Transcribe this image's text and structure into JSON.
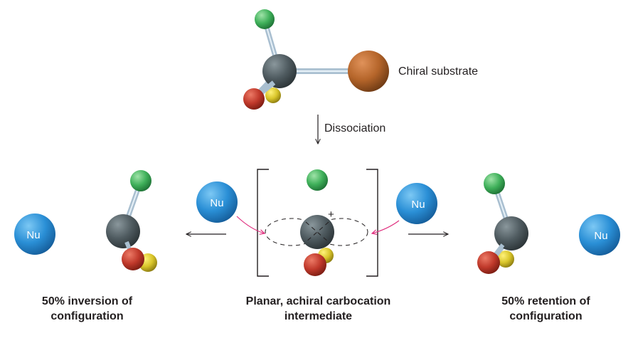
{
  "labels": {
    "substrate": "Chiral substrate",
    "step": "Dissociation",
    "intermediate_line1": "Planar, achiral carbocation",
    "intermediate_line2": "intermediate",
    "inversion_line1": "50% inversion of",
    "inversion_line2": "configuration",
    "retention_line1": "50% retention of",
    "retention_line2": "configuration",
    "charge": "+",
    "nucleophile": "Nu"
  },
  "colors": {
    "carbon": "#4f5b60",
    "leaving_group": "#b5652a",
    "green_substituent": "#3fb05a",
    "red_substituent": "#c0392b",
    "yellow_substituent": "#d9c52a",
    "nucleophile": "#2a8fd6",
    "bond": "#a9bfd0",
    "attack_arrow": "#e0307f",
    "reaction_arrow": "#231f20"
  }
}
